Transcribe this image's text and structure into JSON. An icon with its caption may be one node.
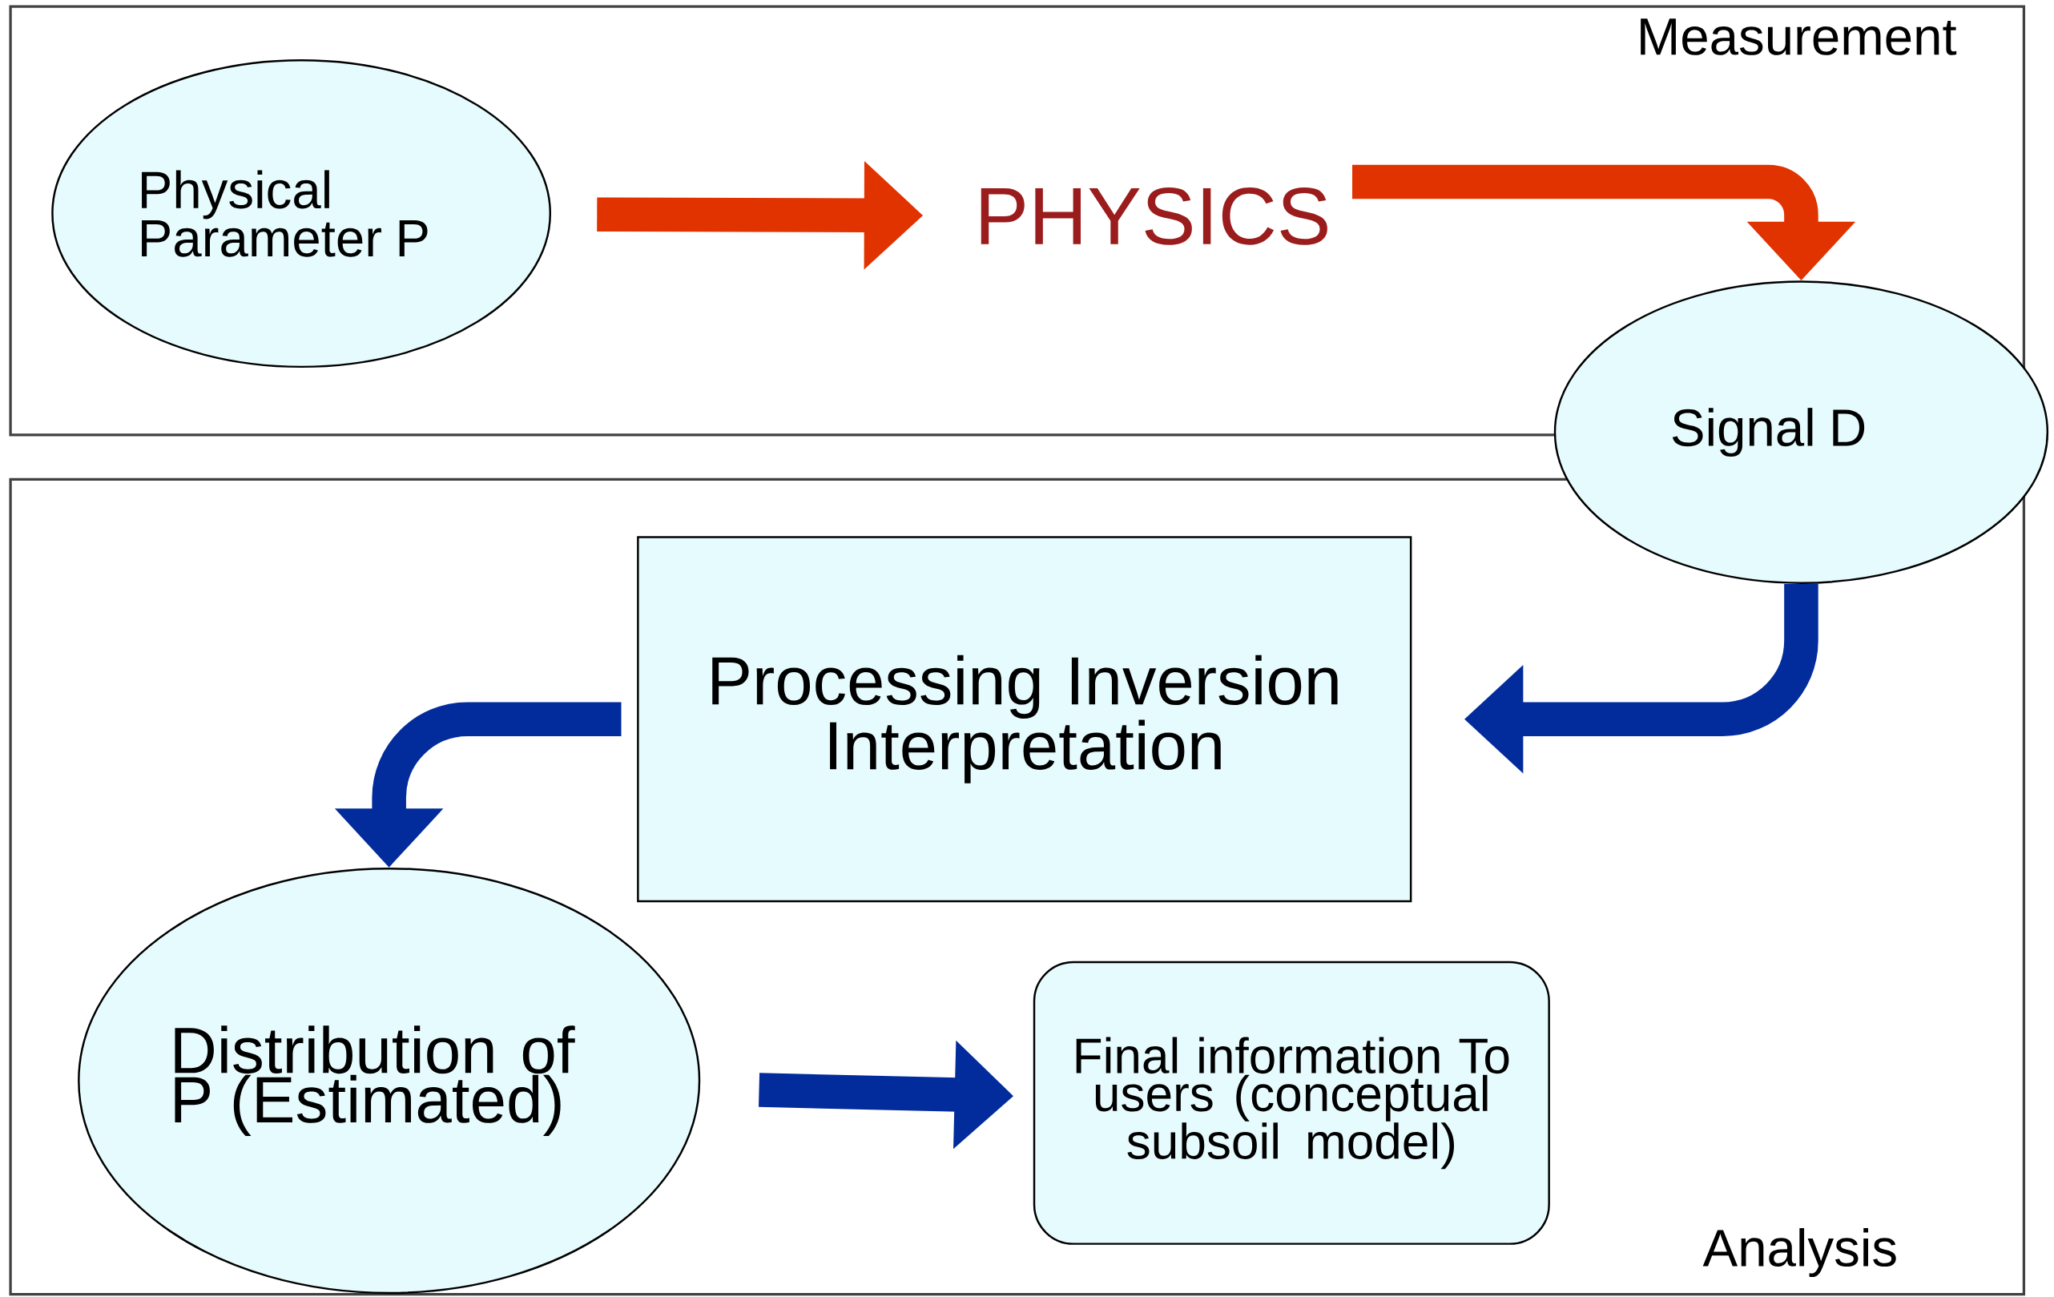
{
  "diagram": {
    "nodes": [
      {
        "text": [
          "Measurement"
        ]
      },
      {
        "text": [
          "Analysis"
        ]
      },
      {
        "text": [
          "Physical Parameter P"
        ],
        "in": 0
      },
      {
        "text": [
          "PHYSICS"
        ],
        "in": 0
      },
      {
        "text": [
          "Signal D"
        ]
      },
      {
        "text": [
          "Processing Inversion Interpretation"
        ],
        "in": 1
      },
      {
        "text": [
          "Distribution of P (Estimated)"
        ],
        "in": 1
      },
      {
        "text": [
          "Final information To users (conceptual subsoil model)"
        ],
        "in": 1
      }
    ],
    "edges": [
      {
        "from": 2,
        "to": 3,
        "arrow": "to",
        "color": "#e03300"
      },
      {
        "from": 3,
        "to": 4,
        "arrow": "to",
        "color": "#e03300"
      },
      {
        "from": 4,
        "to": 5,
        "arrow": "to"
      },
      {
        "from": 5,
        "to": 6,
        "arrow": "to"
      },
      {
        "from": 6,
        "to": 7,
        "arrow": "to"
      }
    ]
  }
}
